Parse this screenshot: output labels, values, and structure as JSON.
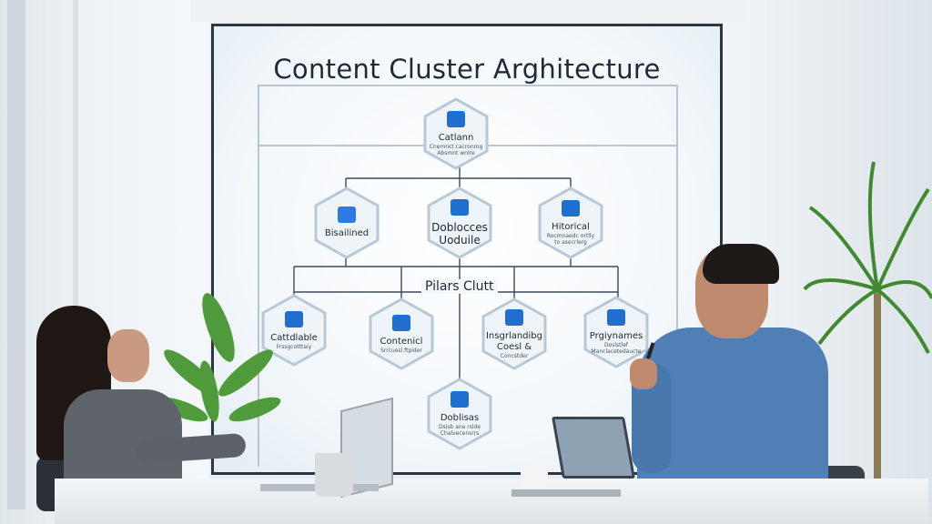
{
  "screen": {
    "title": "Content Cluster Arghitecture",
    "pillars_label": "Pilars Clutt"
  },
  "nodes": {
    "top": {
      "label": "Catlann",
      "sub": "Cnemnct cacronmg\nAbsmnt wnlre"
    },
    "left": {
      "label": "Bisailined",
      "sub": ""
    },
    "center": {
      "label": "Doblocces\nUoduile",
      "sub": ""
    },
    "right": {
      "label": "Hitorical",
      "sub": "Rocmnaedc ortlly\nto asecrlerg"
    },
    "pillar1": {
      "label": "Cattdlable",
      "sub": "Frssgcotttaiy"
    },
    "pillar2": {
      "label": "Contenicl",
      "sub": "Srrcuesl ftpider"
    },
    "pillar3": {
      "label": "Insgrlandibg\nCoesl &",
      "sub": "Concstder"
    },
    "pillar4": {
      "label": "Prgiynames",
      "sub": "Doslstlef\nManclacetedaucte"
    },
    "bottom": {
      "label": "Doblisas",
      "sub": "Dsisb ane rslde\nChalvecensrrs"
    }
  },
  "colors": {
    "icon_blue": "#1f6fd1",
    "screen_bg": "#f4f8fb",
    "title_text": "#1f2a36",
    "shirt_blue": "#4f7fb5"
  },
  "icons": {
    "top": "document-stack-icon",
    "left": "mail-icon",
    "center": "network-icon",
    "right": "hand-icon",
    "pillar1": "clipboard-icon",
    "pillar2": "person-icon",
    "pillar3": "document-icon",
    "pillar4": "list-icon",
    "bottom": "file-grid-icon"
  }
}
